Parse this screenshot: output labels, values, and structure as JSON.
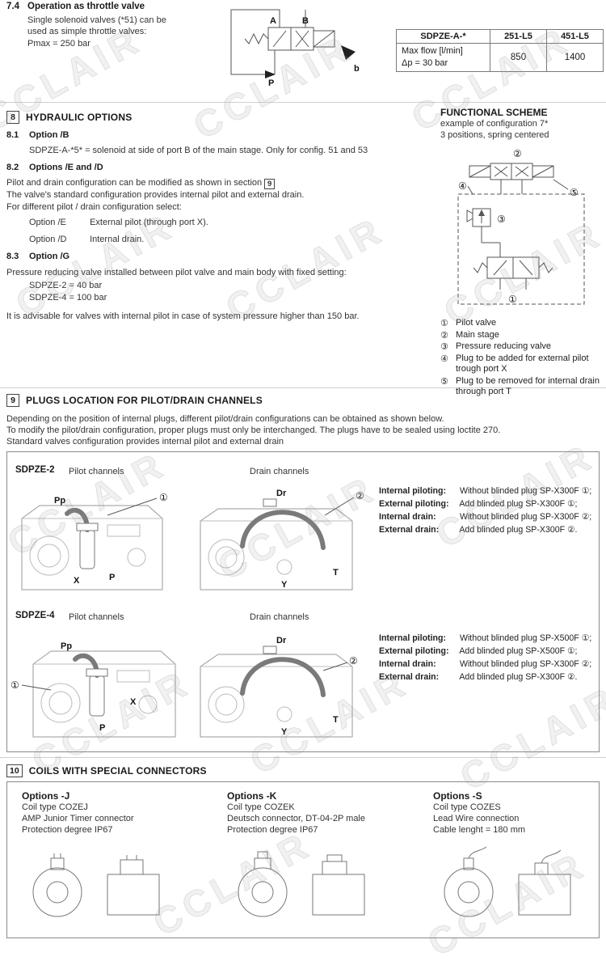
{
  "watermark": {
    "text": "CCLAIR"
  },
  "section74": {
    "number": "7.4",
    "title": "Operation as throttle valve",
    "body": "Single solenoid valves (*51) can be used as simple throttle valves:",
    "pmax": "Pmax = 250 bar",
    "diagram_labels": {
      "a": "A",
      "b": "B",
      "p": "P",
      "sol": "b"
    },
    "table": {
      "col0": "SDPZE-A-*",
      "col1": "251-L5",
      "col2": "451-L5",
      "row_label1": "Max flow  [l/min]",
      "row_label2": "Δp = 30 bar",
      "val1": "850",
      "val2": "1400"
    }
  },
  "section8": {
    "number": "8",
    "title": "HYDRAULIC OPTIONS",
    "s81": {
      "number": "8.1",
      "title": "Option /B",
      "body": "SDPZE-A-*5* = solenoid at side of port B of the main stage. Only for config. 51 and 53"
    },
    "s82": {
      "number": "8.2",
      "title": "Options /E and /D",
      "line1a": "Pilot and drain configuration can be modified as shown in section",
      "line1box": "9",
      "line2": "The valve's standard configuration provides internal pilot and external drain.",
      "line3": "For different pilot / drain configuration select:",
      "optE_label": "Option /E",
      "optE_text": "External pilot (through port X).",
      "optD_label": "Option /D",
      "optD_text": "Internal drain."
    },
    "s83": {
      "number": "8.3",
      "title": "Option /G",
      "line1": "Pressure reducing valve installed between pilot valve and main body with fixed setting:",
      "line2": "SDPZE-2 = 40 bar",
      "line3": "SDPZE-4 = 100 bar",
      "line4": "It is advisable for valves with internal pilot in case of system pressure higher than 150 bar."
    }
  },
  "functional_scheme": {
    "title": "FUNCTIONAL SCHEME",
    "sub1": "example of configuration 7*",
    "sub2": "3 positions, spring centered",
    "legend": [
      {
        "num": "①",
        "text": "Pilot valve"
      },
      {
        "num": "②",
        "text": "Main stage"
      },
      {
        "num": "③",
        "text": "Pressure reducing valve"
      },
      {
        "num": "④",
        "text": "Plug to be added for external pilot trough port X"
      },
      {
        "num": "⑤",
        "text": "Plug to be removed for internal drain through port T"
      }
    ]
  },
  "section9": {
    "number": "9",
    "title": "PLUGS LOCATION FOR PILOT/DRAIN CHANNELS",
    "p1": "Depending on the position of internal plugs, different pilot/drain configurations can be obtained as shown below.",
    "p2": "To modify the pilot/drain configuration, proper plugs must only be interchanged. The plugs have to be sealed using loctite 270.",
    "p3": "Standard valves configuration provides internal pilot and external drain",
    "blocks": [
      {
        "model": "SDPZE-2",
        "pilot_label": "Pilot channels",
        "drain_label": "Drain channels",
        "pilot": {
          "top": "Pp",
          "pa": "X",
          "pb": "P",
          "callout": "①"
        },
        "drain": {
          "top": "Dr",
          "pa": "Y",
          "pb": "T",
          "callout": "②"
        },
        "specs": [
          {
            "label": "Internal piloting:",
            "text": "Without blinded plug SP-X300F ①;"
          },
          {
            "label": "External piloting:",
            "text": "Add blinded plug SP-X300F ①;"
          },
          {
            "label": "Internal drain:",
            "text": "Without blinded plug SP-X300F ②;"
          },
          {
            "label": "External drain:",
            "text": "Add blinded plug SP-X300F ②."
          }
        ]
      },
      {
        "model": "SDPZE-4",
        "pilot_label": "Pilot channels",
        "drain_label": "Drain channels",
        "pilot": {
          "top": "Pp",
          "pa": "X",
          "pb": "P",
          "callout": "①"
        },
        "drain": {
          "top": "Dr",
          "pa": "Y",
          "pb": "T",
          "callout": "②"
        },
        "specs": [
          {
            "label": "Internal piloting:",
            "text": "Without blinded plug SP-X500F ①;"
          },
          {
            "label": "External piloting:",
            "text": "Add blinded plug SP-X500F ①;"
          },
          {
            "label": "Internal drain:",
            "text": "Without blinded plug SP-X300F ②;"
          },
          {
            "label": "External drain:",
            "text": "Add blinded plug SP-X300F ②."
          }
        ]
      }
    ]
  },
  "section10": {
    "number": "10",
    "title": "COILS WITH SPECIAL CONNECTORS",
    "options": [
      {
        "title": "Options -J",
        "line1": "Coil type COZEJ",
        "line2": "AMP Junior Timer connector",
        "line3": "Protection degree IP67"
      },
      {
        "title": "Options -K",
        "line1": "Coil type COZEK",
        "line2": "Deutsch connector, DT-04-2P male",
        "line3": "Protection degree IP67"
      },
      {
        "title": "Options -S",
        "line1": "Coil type COZES",
        "line2": "Lead Wire connection",
        "line3": "Cable lenght = 180 mm"
      }
    ]
  }
}
